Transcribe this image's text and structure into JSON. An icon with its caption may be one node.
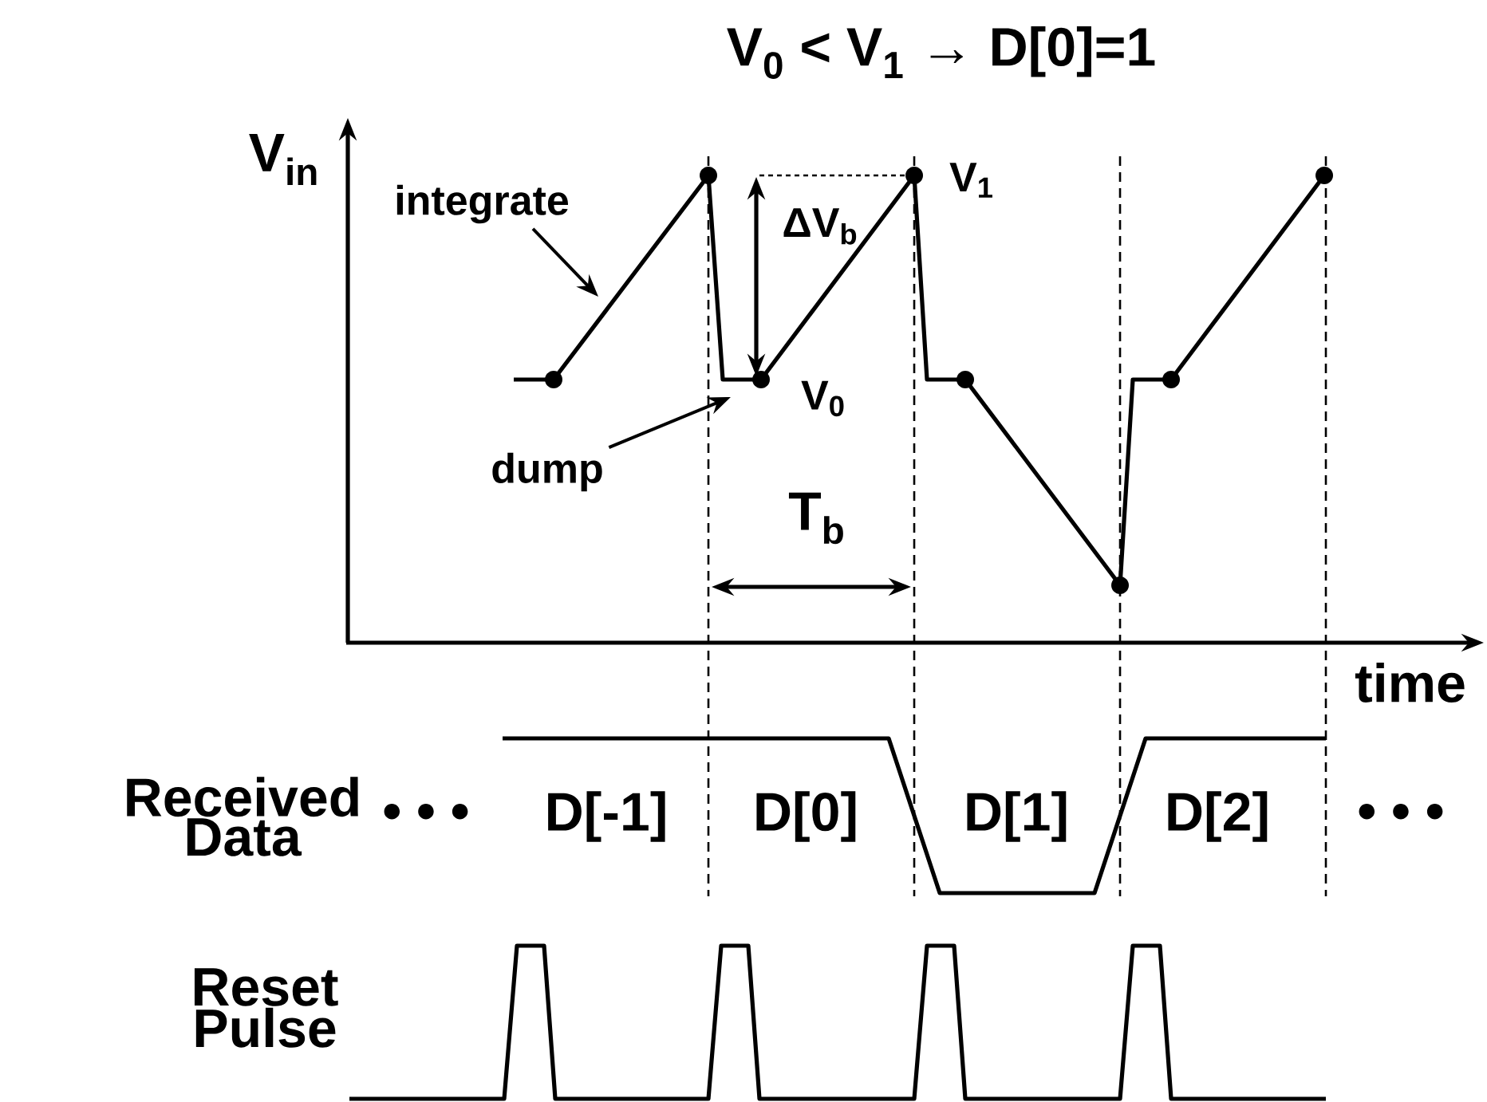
{
  "diagram": {
    "title": "V$_{0}$ < V$_{1}$ → D[0]=1",
    "nodes": [
      {
        "text": [
          "integrate"
        ]
      },
      {
        "text": [
          "dump"
        ]
      }
    ],
    "edges": [
      {
        "from": 0,
        "to": null,
        "arrow": "to"
      },
      {
        "from": 1,
        "to": null,
        "arrow": "to"
      }
    ],
    "labels": [
      "V$_{in}$",
      "ΔV$_{b}$",
      "V$_{1}$",
      "V$_{0}$",
      "T$_{b}$",
      "time",
      "Received Data",
      "• • •",
      "D[-1]",
      "D[0]",
      "D[1]",
      "D[2]",
      "• • •",
      "Reset Pulse"
    ]
  }
}
